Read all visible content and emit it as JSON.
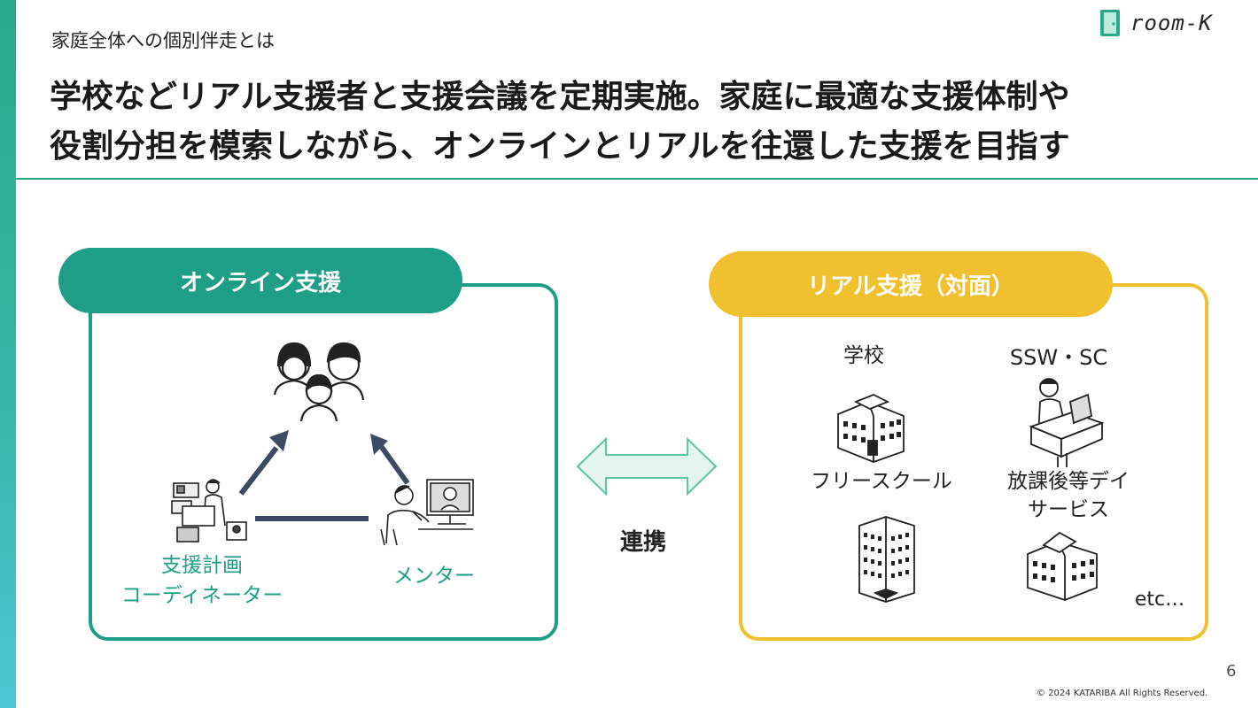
{
  "header": {
    "subtitle": "家庭全体への個別伴走とは",
    "headline_line1": "学校などリアル支援者と支援会議を定期実施。家庭に最適な支援体制や",
    "headline_line2": "役割分担を模索しながら、オンラインとリアルを往還した支援を目指す"
  },
  "logo": {
    "text": "room-K",
    "icon": "door-icon"
  },
  "online_panel": {
    "title": "オンライン支援",
    "family_icon": "family-icon",
    "coordinator_label_line1": "支援計画",
    "coordinator_label_line2": "コーディネーター",
    "coordinator_icon": "coordinator-icon",
    "mentor_label": "メンター",
    "mentor_icon": "mentor-icon"
  },
  "connector": {
    "label": "連携",
    "icon": "double-arrow-icon"
  },
  "real_panel": {
    "title": "リアル支援（対面）",
    "items": [
      {
        "label": "学校",
        "icon": "school-building-icon"
      },
      {
        "label": "SSW・SC",
        "icon": "counselor-desk-icon"
      },
      {
        "label": "フリースクール",
        "icon": "office-building-icon"
      },
      {
        "label_line1": "放課後等デイ",
        "label_line2": "サービス",
        "icon": "facility-building-icon"
      }
    ],
    "etc_label": "etc…"
  },
  "footer": {
    "page_number": "6",
    "copyright": "© 2024 KATARIBA All Rights Reserved."
  },
  "colors": {
    "teal": "#1e9e86",
    "yellow": "#f0c02e",
    "arrow_fill": "#e3f5ee",
    "arrow_stroke": "#5fc3a6",
    "dark_arrow": "#3d4a63"
  }
}
